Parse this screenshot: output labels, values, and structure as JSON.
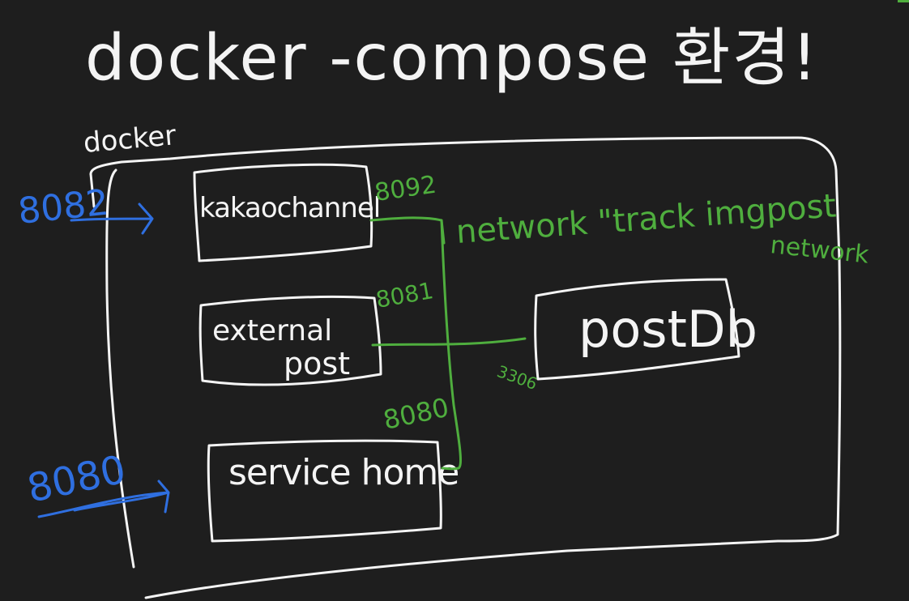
{
  "title": "docker -compose 환경!",
  "docker_label": "docker",
  "network": {
    "label_line1": "network \"track imgpost",
    "label_line2": "network",
    "color": "#4fae3e"
  },
  "services": [
    {
      "name": "kakaochannel",
      "port": "8092"
    },
    {
      "name_line1": "external",
      "name_line2": "post",
      "port": "8081"
    },
    {
      "name": "service home",
      "port": "8080"
    },
    {
      "name": "postDb",
      "port": "3306"
    }
  ],
  "host_ports": [
    {
      "port": "8082",
      "color": "#2f6fe0"
    },
    {
      "port": "8080",
      "color": "#2f6fe0"
    }
  ]
}
